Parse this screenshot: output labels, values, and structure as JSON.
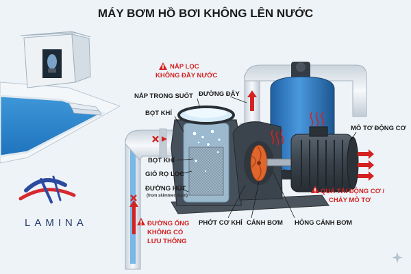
{
  "title": "MÁY BƠM HỒ BƠI KHÔNG LÊN NƯỚC",
  "brand": "LAMINA",
  "labels": {
    "strainer_lid_line1": "NẮP LỌC",
    "strainer_lid_line2": "KHÔNG ĐẦY NƯỚC",
    "clear_lid": "NẮP TRONG SUỐT",
    "discharge_line": "ĐƯỜNG ĐẨY",
    "air_bubbles_top": "BỌT KHÍ",
    "air_bubbles_mid": "BỌT KHÍ",
    "strainer_basket": "GIỎ RỌ LỌC",
    "suction_line": "ĐƯỜNG HÚT",
    "suction_source": "(from skimmer/drain)",
    "blocked_line1": "ĐƯỜNG ỐNG",
    "blocked_line2": "KHÔNG CÓ",
    "blocked_line3": "LƯU THÔNG",
    "seal": "PHỚT CƠ KHÍ",
    "impeller": "CÁNH BƠM",
    "impeller_damaged": "HỎNG CÁNH BƠM",
    "motor": "MÔ TƠ ĐỘNG CƠ",
    "overload_line1": "QUÁ TẢI ĐỘNG CƠ /",
    "overload_line2": "CHÁY MÔ TƠ"
  },
  "colors": {
    "alert": "#d32222",
    "water": "#4da3dd",
    "pipe": "#dfe6ec",
    "filter_tank": "#2f79c2",
    "pump_body": "#3d4650",
    "impeller": "#e0662c",
    "brand": "#233a6a"
  },
  "icons": [
    "warning-icon",
    "x-mark-icon",
    "arrow-up-icon",
    "heat-wave-icon",
    "sparkle-icon"
  ]
}
